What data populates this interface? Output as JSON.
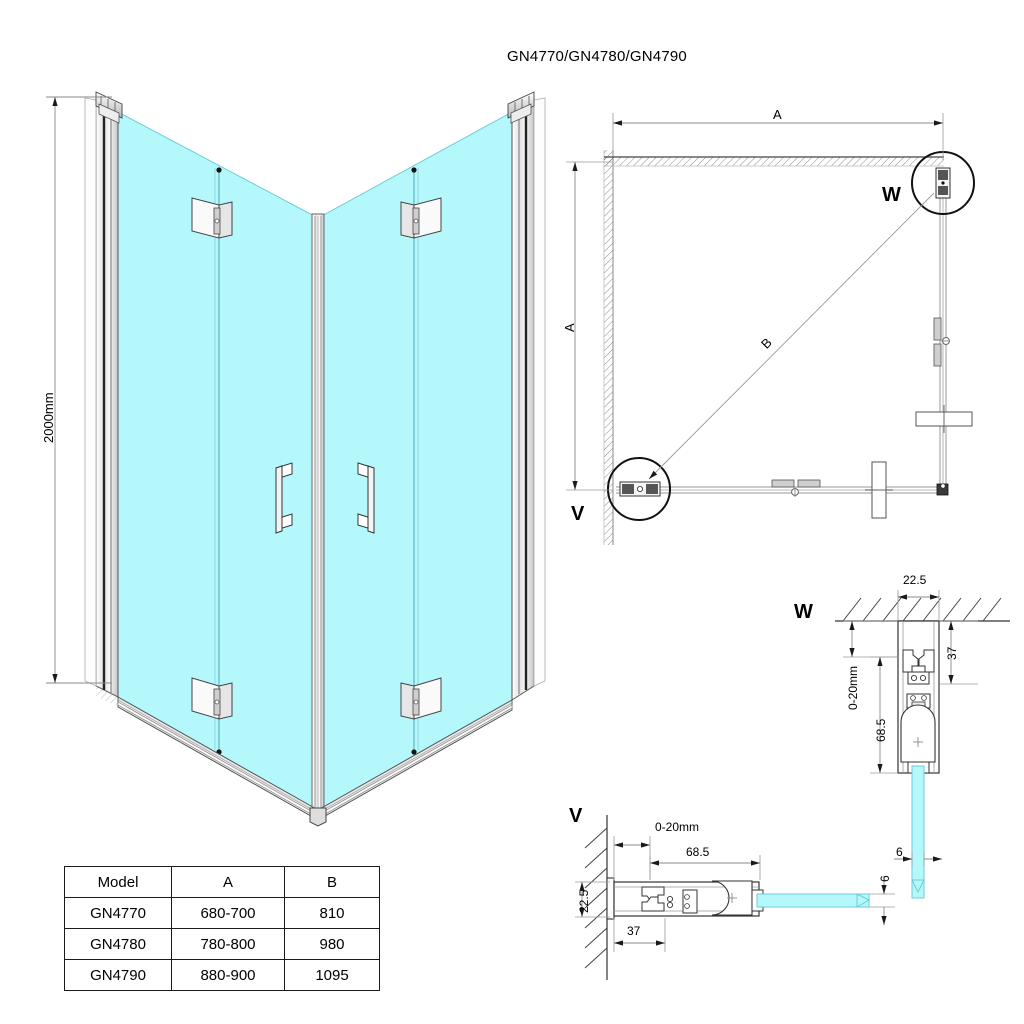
{
  "title": "GN4770/GN4780/GN4790",
  "colors": {
    "glass": "#b5f8fc",
    "glass_edge": "#7fd9e2",
    "line": "#1a1a1a",
    "thin_line": "#808080",
    "metal_light": "#f2f2f2",
    "metal_mid": "#d0d0d0",
    "metal_dark": "#9a9a9a"
  },
  "elevation_view": {
    "name": "isometric-elevation",
    "height_dimension": "2000mm"
  },
  "plan_view": {
    "name": "plan-view",
    "width_dimension": "A",
    "depth_dimension": "A",
    "diagonal_dimension": "B",
    "detail_callout_top": "W",
    "detail_callout_bottom": "V"
  },
  "detail_w": {
    "label": "W",
    "dims": {
      "width": "22.5",
      "top_height": "37",
      "gap": "0-20mm",
      "total_height": "68.5"
    }
  },
  "detail_v": {
    "label": "V",
    "dims": {
      "gap": "0-20mm",
      "length": "68.5",
      "wall_offset": "22.5",
      "profile_length": "37",
      "glass_thickness": "6"
    }
  },
  "spec_table": {
    "name": "model-spec-table",
    "columns": [
      "Model",
      "A",
      "B"
    ],
    "rows": [
      [
        "GN4770",
        "680-700",
        "810"
      ],
      [
        "GN4780",
        "780-800",
        "980"
      ],
      [
        "GN4790",
        "880-900",
        "1095"
      ]
    ]
  }
}
